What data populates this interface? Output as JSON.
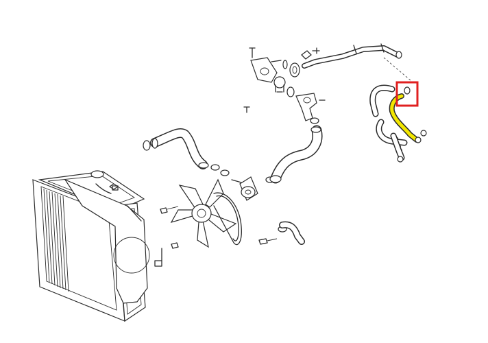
{
  "diagram": {
    "parts": [
      "radiator",
      "fan-shroud",
      "cooling-fan",
      "fan-belt",
      "thermostat-housing",
      "thermostat",
      "water-outlet",
      "upper-radiator-hose",
      "lower-radiator-hose",
      "water-inlet-pipe",
      "heater-hose",
      "bypass-hose",
      "hose-clamps",
      "bolts"
    ],
    "highlight": {
      "hose_color": "#f2e600",
      "box_color": "#e02020"
    }
  }
}
